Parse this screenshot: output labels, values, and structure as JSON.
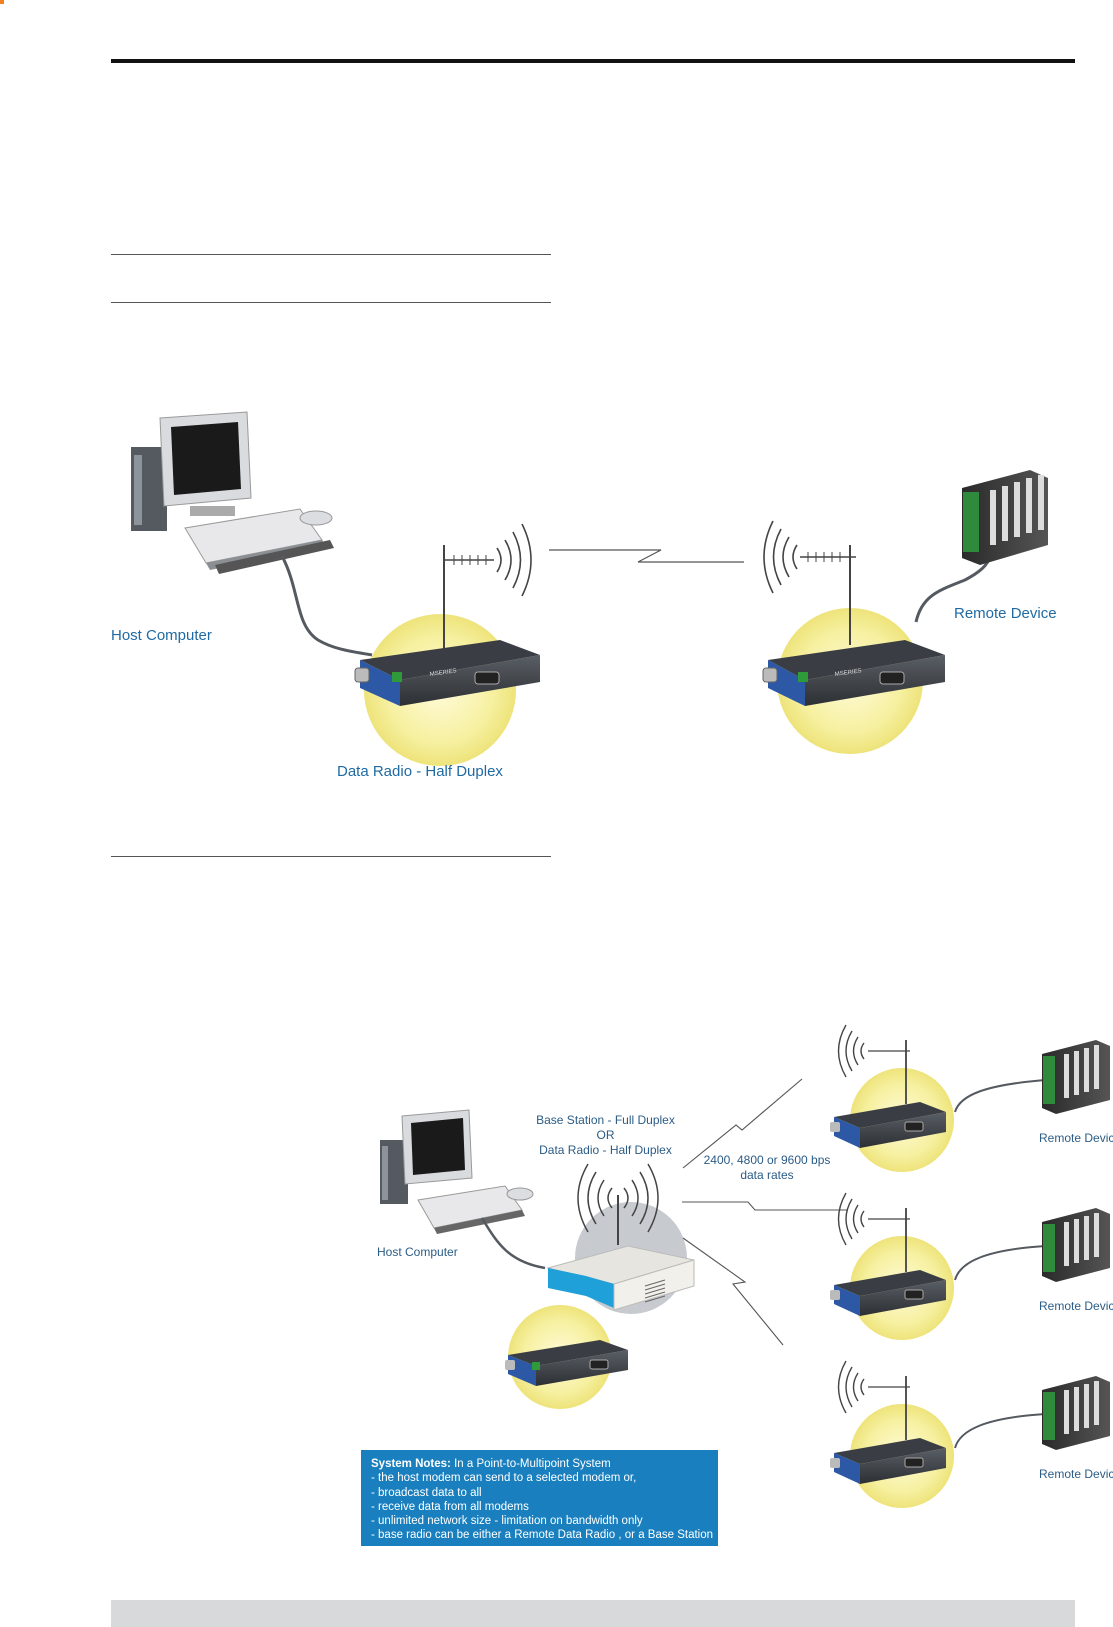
{
  "diagram1": {
    "host_label": "Host Computer",
    "radio_label": "Data Radio - Half Duplex",
    "remote_label": "Remote Device"
  },
  "diagram2": {
    "base_line1": "Base Station - Full Duplex",
    "base_line2": "OR",
    "base_line3": "Data Radio - Half Duplex",
    "rates_line1": "2400, 4800 or 9600 bps",
    "rates_line2": "data rates",
    "host_label": "Host Computer",
    "remote_labels": [
      "Remote Device",
      "Remote Device",
      "Remote Device"
    ]
  },
  "system_notes": {
    "title": "System Notes:",
    "intro": " In a Point-to-Multipoint System",
    "lines": [
      "- the host modem can send to a selected modem or,",
      "- broadcast data to all",
      "- receive data from all modems",
      "- unlimited network size - limitation on bandwidth only",
      "- base radio can be either a Remote Data Radio , or a Base Station"
    ]
  },
  "colors": {
    "label_blue": "#1f6aa3",
    "notes_bg": "#1a7fbe",
    "halo_yellow": "#f4ef9a",
    "radio_blue": "#2d58a6"
  },
  "device_text": "MSERIES"
}
